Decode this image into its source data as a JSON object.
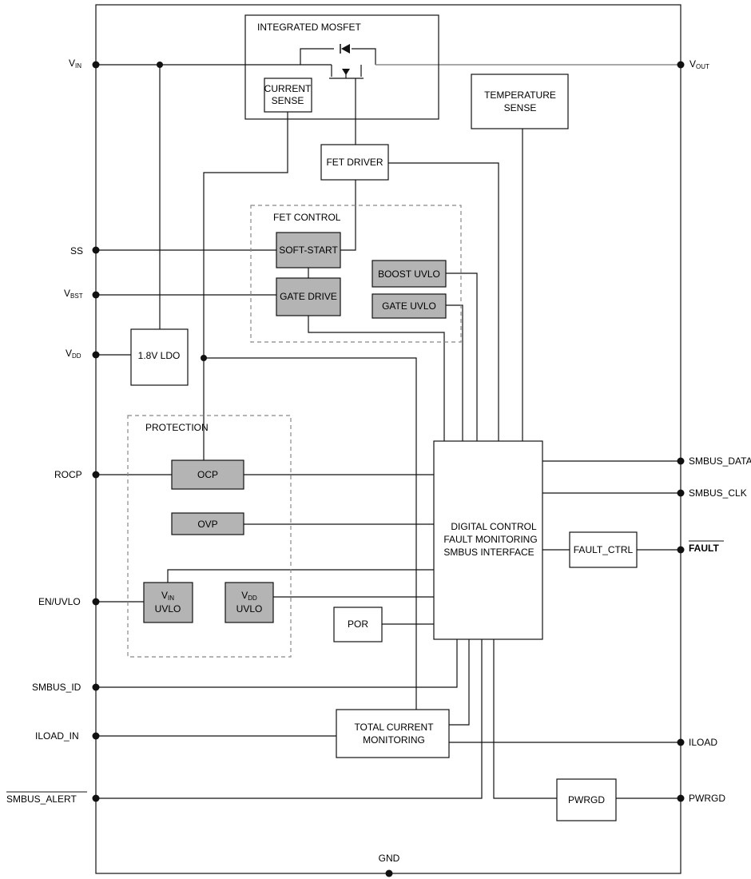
{
  "pins": {
    "vin": {
      "main": "V",
      "sub": "IN"
    },
    "vbst": {
      "main": "V",
      "sub": "BST"
    },
    "vdd": {
      "main": "V",
      "sub": "DD"
    },
    "vout": {
      "main": "V",
      "sub": "OUT"
    },
    "ss": "SS",
    "rocp": "ROCP",
    "en_uvlo": "EN/UVLO",
    "smbus_id": "SMBUS_ID",
    "iload_in": "ILOAD_IN",
    "smbus_alert": "SMBUS_ALERT",
    "smbus_data": "SMBUS_DATA",
    "smbus_clk": "SMBUS_CLK",
    "fault": "FAULT",
    "iload": "ILOAD",
    "pwrgd": "PWRGD",
    "gnd": "GND"
  },
  "groups": {
    "integrated_mosfet": "INTEGRATED MOSFET",
    "fet_control": "FET CONTROL",
    "protection": "PROTECTION"
  },
  "blocks": {
    "current_sense": [
      "CURRENT",
      "SENSE"
    ],
    "temperature_sense": [
      "TEMPERATURE",
      "SENSE"
    ],
    "fet_driver": "FET DRIVER",
    "soft_start": "SOFT-START",
    "gate_drive": "GATE DRIVE",
    "boost_uvlo": "BOOST UVLO",
    "gate_uvlo": "GATE UVLO",
    "ldo": "1.8V LDO",
    "ocp": "OCP",
    "ovp": "OVP",
    "vin_uvlo": {
      "main": "V",
      "sub": "IN",
      "line2": "UVLO"
    },
    "vdd_uvlo": {
      "main": "V",
      "sub": "DD",
      "line2": "UVLO"
    },
    "por": "POR",
    "digital_control": [
      "DIGITAL CONTROL",
      "FAULT MONITORING",
      "SMBUS INTERFACE"
    ],
    "fault_ctrl": "FAULT_CTRL",
    "total_current": [
      "TOTAL CURRENT",
      "MONITORING"
    ],
    "pwrgd": "PWRGD"
  },
  "colors": {
    "shaded_block": "#b4b4b4",
    "line": "#111111",
    "dashed_border": "#888888"
  }
}
